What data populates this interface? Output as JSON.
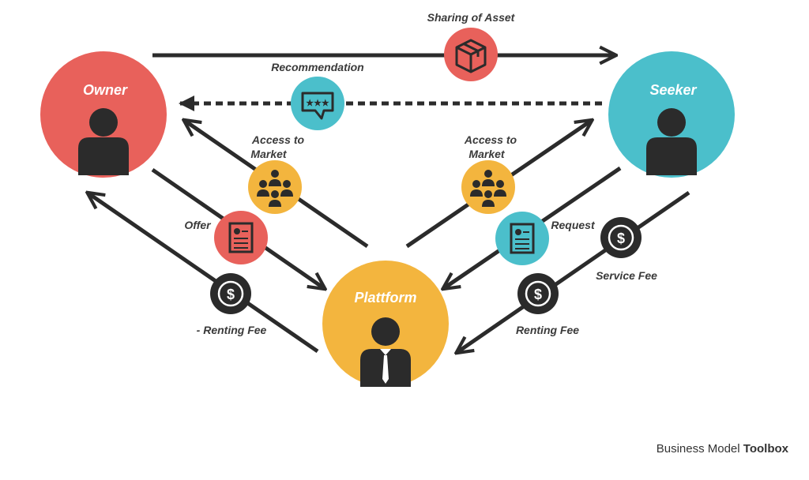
{
  "nodes": {
    "owner": "Owner",
    "seeker": "Seeker",
    "platform": "Plattform"
  },
  "labels": {
    "sharing": "Sharing of Asset",
    "recommendation": "Recommendation",
    "access_left_1": "Access to",
    "access_left_2": "Market",
    "access_right_1": "Access to",
    "access_right_2": "Market",
    "offer": "Offer",
    "request": "Request",
    "renting_fee_left": "- Renting Fee",
    "renting_fee_right": "Renting Fee",
    "service_fee": "Service Fee"
  },
  "brand": {
    "regular": "Business Model ",
    "bold": "Toolbox"
  },
  "colors": {
    "owner": "#e8615b",
    "seeker": "#4bbfcb",
    "platform": "#f3b53e",
    "dark": "#2b2b2b"
  },
  "icons": [
    "person-icon",
    "box-icon",
    "chat-stars-icon",
    "group-icon",
    "document-icon",
    "dollar-icon",
    "businessman-icon"
  ]
}
